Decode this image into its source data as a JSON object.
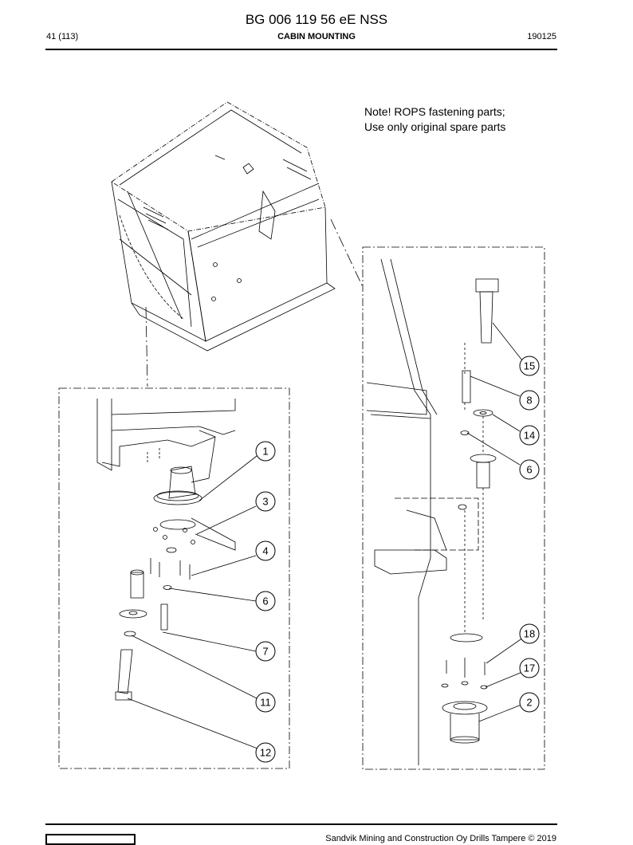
{
  "header": {
    "document_id": "BG 006 119 56 eE NSS",
    "page": "41 (113)",
    "section": "CABIN MOUNTING",
    "date": "190125"
  },
  "note": {
    "line1": "Note! ROPS fastening parts;",
    "line2": "Use only original spare parts"
  },
  "callouts_left": [
    "1",
    "3",
    "4",
    "6",
    "7",
    "11",
    "12"
  ],
  "callouts_right": [
    "15",
    "8",
    "14",
    "6",
    "18",
    "17",
    "2"
  ],
  "footer": {
    "copyright": "Sandvik Mining and Construction Oy Drills Tampere © 2019"
  }
}
